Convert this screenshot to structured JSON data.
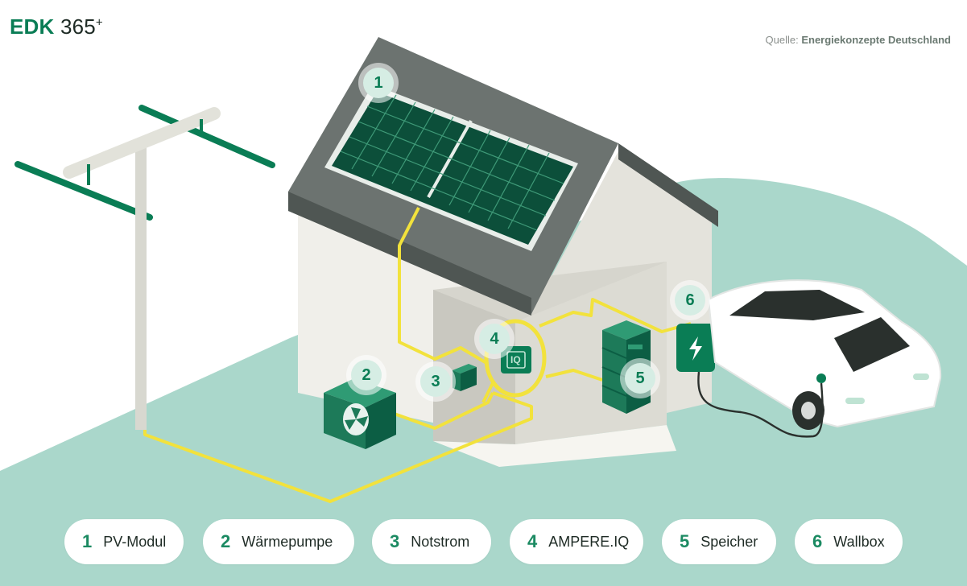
{
  "header": {
    "brand_main": "EDK",
    "brand_number": "365",
    "brand_sup": "+",
    "source_label": "Quelle:",
    "source_name": "Energiekonzepte Deutschland"
  },
  "badges": [
    "1",
    "2",
    "3",
    "4",
    "5",
    "6"
  ],
  "chip_text": "IQ",
  "legend": [
    {
      "num": "1",
      "label": "PV-Modul"
    },
    {
      "num": "2",
      "label": "Wärmepumpe"
    },
    {
      "num": "3",
      "label": "Notstrom"
    },
    {
      "num": "4",
      "label": "AMPERE.IQ"
    },
    {
      "num": "5",
      "label": "Speicher"
    },
    {
      "num": "6",
      "label": "Wallbox"
    }
  ],
  "colors": {
    "brand_green": "#0a7d55",
    "ground_mint": "#aad7cb",
    "cable_yellow": "#f2e23c",
    "roof_grey": "#6c7370",
    "wall_light": "#f0efea",
    "panel_dark": "#0c4f3a",
    "badge_bg": "#d6ede4"
  }
}
